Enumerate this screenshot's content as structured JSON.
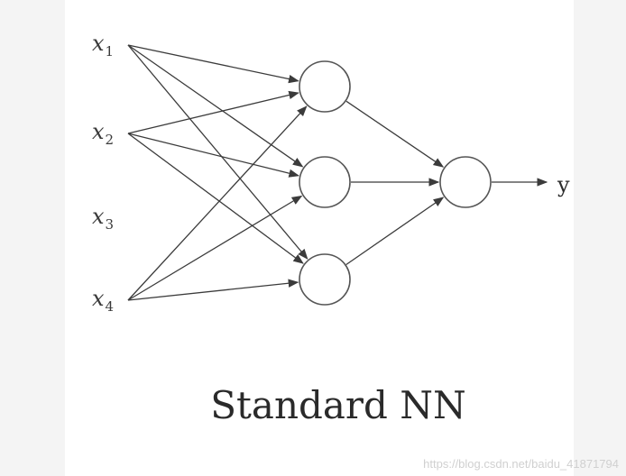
{
  "diagram": {
    "inputs": [
      {
        "id": "x1",
        "base": "x",
        "sub": "1"
      },
      {
        "id": "x2",
        "base": "x",
        "sub": "2"
      },
      {
        "id": "x3",
        "base": "x",
        "sub": "3"
      },
      {
        "id": "x4",
        "base": "x",
        "sub": "4"
      }
    ],
    "hidden": [
      {
        "id": "h1"
      },
      {
        "id": "h2"
      },
      {
        "id": "h3"
      }
    ],
    "output": {
      "id": "out"
    },
    "output_label": "y",
    "edges": [
      [
        "x1",
        "h1"
      ],
      [
        "x1",
        "h2"
      ],
      [
        "x1",
        "h3"
      ],
      [
        "x2",
        "h1"
      ],
      [
        "x2",
        "h2"
      ],
      [
        "x2",
        "h3"
      ],
      [
        "x4",
        "h1"
      ],
      [
        "x4",
        "h2"
      ],
      [
        "x4",
        "h3"
      ],
      [
        "h1",
        "out"
      ],
      [
        "h2",
        "out"
      ],
      [
        "h3",
        "out"
      ]
    ],
    "caption": "Standard NN"
  },
  "watermark": "https://blog.csdn.net/baidu_41871794",
  "colors": {
    "edge": "#3b3b3b",
    "node_stroke": "#555555",
    "side_band": "#f4f4f4"
  }
}
